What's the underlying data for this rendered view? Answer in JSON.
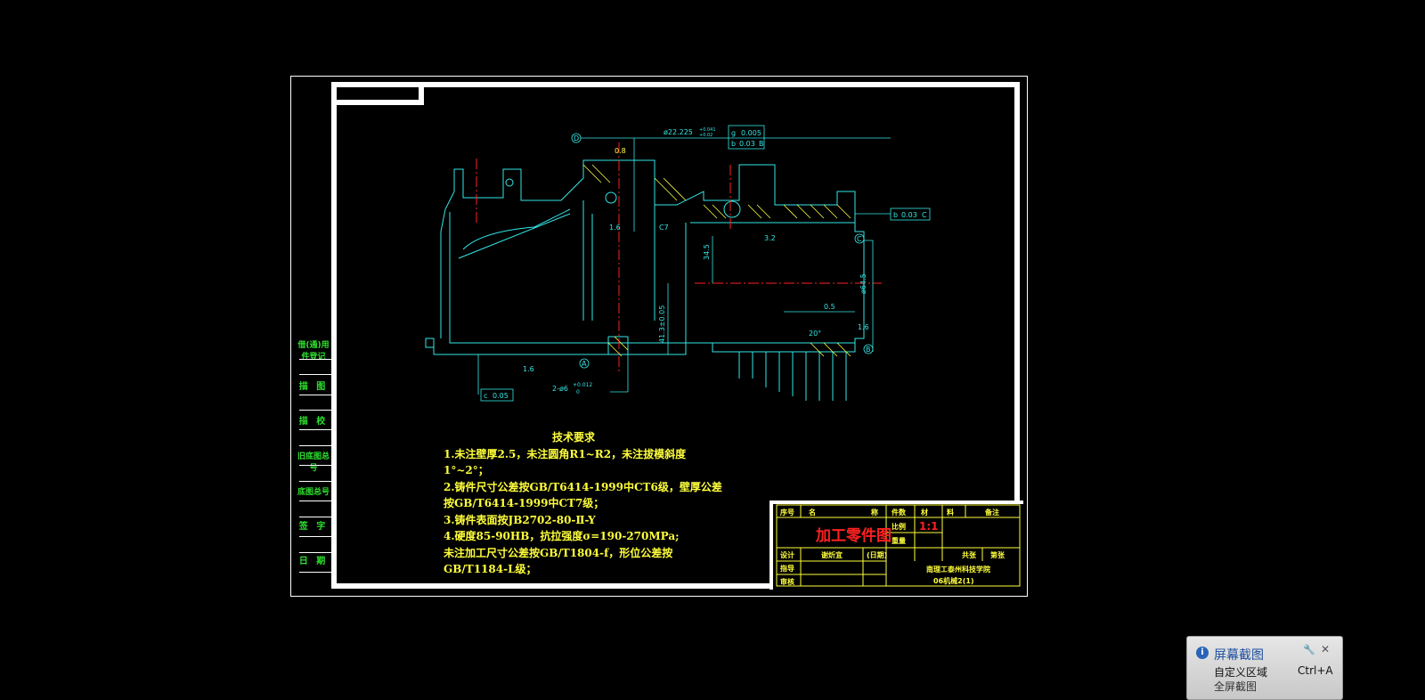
{
  "left_column": [
    "借(通)用件登记",
    "描 图",
    "描 校",
    "旧底图总号",
    "底图总号",
    "签 字",
    "日 期"
  ],
  "drawing_labels": {
    "datum_d": "D",
    "diameter_dim": "ø22.225",
    "diameter_tol_upper": "+0.041",
    "diameter_tol_lower": "+0.02",
    "fcf1_sym": "g",
    "fcf1_val": "0.005",
    "fcf2_sym": "b",
    "fcf2_val": "0.03",
    "fcf2_datum": "B",
    "fcf3_sym": "b",
    "fcf3_val": "0.03",
    "fcf3_datum": "C",
    "fcf4_sym": "c",
    "fcf4_val": "0.05",
    "rough_08": "0.8",
    "rough_16a": "1.6",
    "rough_16b": "1.6",
    "rough_32": "3.2",
    "rough_16c": "1.6",
    "chamfer": "C7",
    "dim_345": "34.5",
    "dim_413": "41.3±0.05",
    "dim_645": "ø64.5",
    "dim_05": "0.5",
    "angle": "20°",
    "holes": "2-ø6",
    "holes_tol_upper": "+0.012",
    "holes_tol_lower": "0",
    "datum_a": "A",
    "datum_b": "B",
    "datum_c": "C"
  },
  "tech_requirements": {
    "title": "技术要求",
    "lines": [
      "1.未注壁厚2.5，未注圆角R1~R2，未注拔模斜度",
      "1°~2°；",
      "2.铸件尺寸公差按GB/T6414-1999中CT6级，壁厚公差",
      "按GB/T6414-1999中CT7级；",
      "3.铸件表面按JB2702-80-Ⅱ-Y",
      "4.硬度85-90HB，抗拉强度σ=190-270MPa;",
      "未注加工尺寸公差按GB/T1804-f，形位公差按",
      "GB/T1184-L级；"
    ]
  },
  "title_block": {
    "h_seq": "序号",
    "h_name": "名",
    "h_name2": "称",
    "h_qty": "件数",
    "h_mat": "材",
    "h_mat2": "料",
    "h_note": "备注",
    "drawing_name": "加工零件图",
    "scale_label": "比例",
    "scale_value": "1:1",
    "weight_label": "重量",
    "design_label": "设计",
    "designer": "谢炘宜",
    "date_label": "(日期)",
    "sheet_total": "共张",
    "sheet_no": "第张",
    "guide_label": "指导",
    "review_label": "审核",
    "school": "南理工泰州科技学院",
    "class": "06机械2(1)"
  },
  "popup": {
    "title": "屏幕截图",
    "item": "自定义区域",
    "shortcut": "Ctrl+A",
    "item2": "全屏截图"
  },
  "colors": {
    "cyan": "#35e6e6",
    "yellow": "#ffff3c",
    "red": "#ff2020",
    "green": "#2ee02e"
  }
}
